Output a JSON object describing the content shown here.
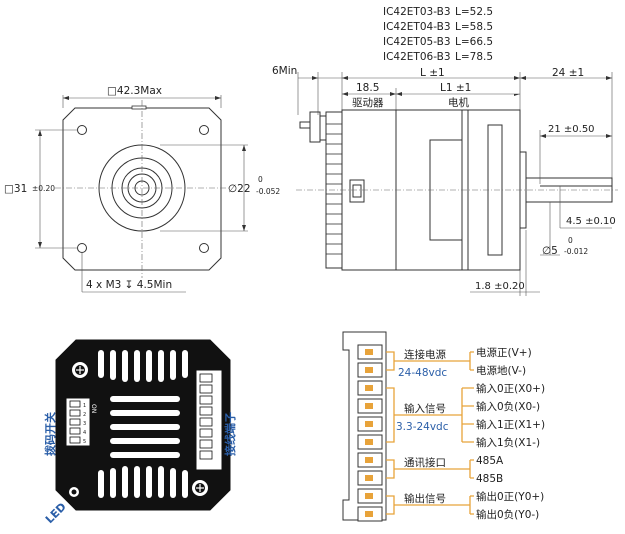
{
  "models": [
    {
      "model": "IC42ET03-B3",
      "length": "L=52.5"
    },
    {
      "model": "IC42ET04-B3",
      "length": "L=58.5"
    },
    {
      "model": "IC42ET05-B3",
      "length": "L=66.5"
    },
    {
      "model": "IC42ET06-B3",
      "length": "L=78.5"
    }
  ],
  "front_view": {
    "width_dim": "□42.3Max",
    "hole_spacing_main": "□31",
    "hole_spacing_tol": "±0.20",
    "boss_dia_main": "∅22",
    "boss_tol_upper": "0",
    "boss_tol_lower": "-0.052",
    "screw_note": "4 x M3 ↧ 4.5Min"
  },
  "side_view": {
    "shaft_6min": "6Min",
    "driver_len": "18.5",
    "total_len": "L ±1",
    "l1_len": "L1 ±1",
    "shaft_len": "24 ±1",
    "driver_label": "驱动器",
    "motor_label": "电机",
    "flat_len": "21 ±0.50",
    "flat_depth": "4.5 ±0.10",
    "shaft_dia_main": "∅5",
    "shaft_tol_upper": "0",
    "shaft_tol_lower": "-0.012",
    "flange_thk": "1.8 ±0.20"
  },
  "back_view": {
    "dip_switch_label": "拨码开关",
    "terminal_label": "接线端子",
    "led_label": "LED",
    "dip_numbers": [
      "1",
      "2",
      "3",
      "4",
      "5"
    ],
    "on_label": "ON"
  },
  "wiring": {
    "groups": [
      {
        "name": "连接电源",
        "sub": "24-48vdc",
        "pins": [
          "电源正(V+)",
          "电源地(V-)"
        ]
      },
      {
        "name": "输入信号",
        "sub": "3.3-24vdc",
        "pins": [
          "输入0正(X0+)",
          "输入0负(X0-)",
          "输入1正(X1+)",
          "输入1负(X1-)"
        ]
      },
      {
        "name": "通讯接口",
        "sub": "",
        "pins": [
          "485A",
          "485B"
        ]
      },
      {
        "name": "输出信号",
        "sub": "",
        "pins": [
          "输出0正(Y0+)",
          "输出0负(Y0-)"
        ]
      }
    ],
    "colors": {
      "accent": "#e8a33a",
      "blue": "#2a5ea8"
    }
  }
}
